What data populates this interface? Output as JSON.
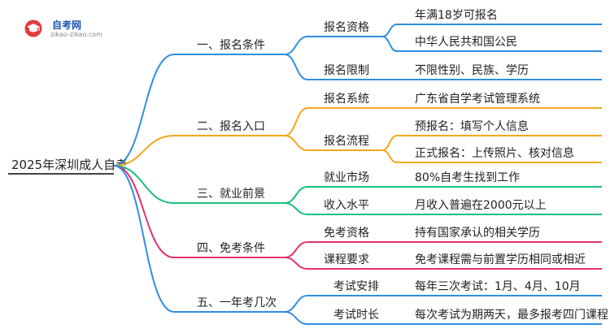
{
  "logo": {
    "title": "自考网",
    "subtitle": "zikao-zikao.com"
  },
  "root": "2025年深圳成人自考",
  "branches": [
    {
      "label": "一、报名条件",
      "color": "#2f8fe0",
      "subs": [
        {
          "label": "报名资格",
          "leaves": [
            "年满18岁可报名",
            "中华人民共和国公民"
          ]
        },
        {
          "label": "报名限制",
          "leaves": [
            "不限性别、民族、学历"
          ]
        }
      ]
    },
    {
      "label": "二、报名入口",
      "color": "#f2a81d",
      "subs": [
        {
          "label": "报名系统",
          "leaves": [
            "广东省自学考试管理系统"
          ]
        },
        {
          "label": "报名流程",
          "leaves": [
            "预报名：填写个人信息",
            "正式报名：上传照片、核对信息"
          ]
        }
      ]
    },
    {
      "label": "三、就业前景",
      "color": "#19c07a",
      "subs": [
        {
          "label": "就业市场",
          "leaves": [
            "80%自考生找到工作"
          ]
        },
        {
          "label": "收入水平",
          "leaves": [
            "月收入普遍在2000元以上"
          ]
        }
      ]
    },
    {
      "label": "四、免考条件",
      "color": "#e2306f",
      "subs": [
        {
          "label": "免考资格",
          "leaves": [
            "持有国家承认的相关学历"
          ]
        },
        {
          "label": "课程要求",
          "leaves": [
            "免考课程需与前置学历相同或相近"
          ]
        }
      ]
    },
    {
      "label": "五、一年考几次",
      "color": "#2f8fe0",
      "subs": [
        {
          "label": "考试安排",
          "leaves": [
            "每年三次考试：1月、4月、10月"
          ]
        },
        {
          "label": "考试时长",
          "leaves": [
            "每次考试为期两天，最多报考四门课程"
          ]
        }
      ]
    }
  ]
}
